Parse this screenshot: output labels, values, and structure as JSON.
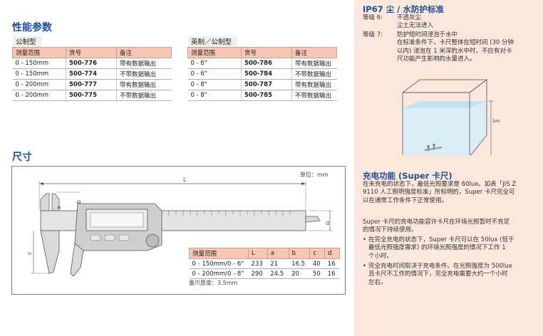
{
  "specs_title": "性能参数",
  "metric_tag": "公制型",
  "inch_tag": "英制／公制型",
  "metric_table": {
    "headers": [
      "测量范围",
      "货号",
      "备注"
    ],
    "rows": [
      [
        "0 - 150mm",
        "500-776",
        "带有数据输出"
      ],
      [
        "0 - 150mm",
        "500-774",
        "不带数据输出"
      ],
      [
        "0 - 200mm",
        "500-777",
        "带有数据输出"
      ],
      [
        "0 - 200mm",
        "500-775",
        "不带数据输出"
      ]
    ]
  },
  "inch_table": {
    "headers": [
      "测量范围",
      "货号",
      "备注"
    ],
    "rows": [
      [
        "0 - 6\"",
        "500-786",
        "带有数据输出"
      ],
      [
        "0 - 6\"",
        "500-784",
        "不带数据输出"
      ],
      [
        "0 - 8\"",
        "500-787",
        "带有数据输出"
      ],
      [
        "0 - 8\"",
        "500-785",
        "不带数据输出"
      ]
    ]
  },
  "dimensions_title": "尺寸",
  "drawing": {
    "unit": "单位：mm",
    "label_L": "L",
    "label_a": "a",
    "label_b": "b",
    "label_c": "c",
    "label_d": "d",
    "jaw_thickness": "量爪厚度：3.5mm",
    "table": {
      "headers": [
        "测量范围",
        "L",
        "a",
        "b",
        "c",
        "d"
      ],
      "rows": [
        [
          "0 - 150mm/0 - 6\"",
          "233",
          "21",
          "16.5",
          "40",
          "16"
        ],
        [
          "0 - 200mm/0 - 8\"",
          "290",
          "24.5",
          "20",
          "50",
          "16"
        ]
      ]
    }
  },
  "ip67": {
    "title": "IP67 尘 / 水防护标准",
    "level6_label": "等级 6:",
    "level6_line1": "不透灰尘",
    "level6_line2": "尘土无法进入",
    "level7_label": "等级 7:",
    "level7_lines": [
      "防护短时间浸泡于水中",
      "在标准条件下，卡尺整体在短时间 (30 分钟",
      "以内) 浸泡在 1 米深的水中时，不应有对卡",
      "尺功能产生影响的水量进入。"
    ],
    "depth_label": "1m"
  },
  "charge": {
    "title": "充电功能 (Super 卡尺)",
    "para1": [
      "在未充电的状态下，最低光照要求是 60lux。如表「JIS Z",
      "9110 人工照明强度标准」所标明的，Super 卡尺完全可",
      "以在通常工作条件下正常使用。"
    ],
    "para2": [
      "Super 卡尺的充电功能容许卡尺在环境光照暂时不充足",
      "的情况下持续使用。"
    ],
    "bullet1": [
      "在完全充电的状态下，Super 卡尺可以在 50lux (低于",
      "最低光照强度需求) 的环境光照强度的情况下工作 1",
      "个小时。"
    ],
    "bullet2": [
      "完全充电时间取决于充电条件。在光照强度为 500lux",
      "且卡尺不工作的情况下，完全充电需要大约一个小时",
      "左右。"
    ]
  }
}
